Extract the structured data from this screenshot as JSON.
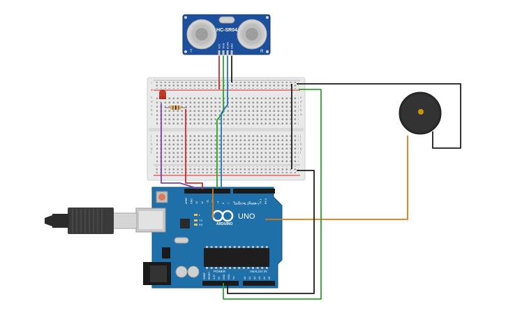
{
  "sensor": {
    "model": "HC-SR04",
    "pins": [
      "VCC",
      "TRIG",
      "ECHO",
      "GND"
    ],
    "left_mark": "T",
    "right_mark": "R"
  },
  "arduino": {
    "brand": "ARDUINO",
    "board": "UNO",
    "digital_header": "DIGITAL (PWM~)",
    "power_header": "POWER",
    "analog_header": "ANALOG IN",
    "top_pins": [
      "AREF",
      "GND",
      "13",
      "12",
      "~11",
      "~10",
      "~9",
      "8",
      "7",
      "~6",
      "~5",
      "4",
      "~3",
      "2",
      "TX 1",
      "RX 0"
    ],
    "power_pins": [
      "IOREF",
      "RESET",
      "3.3V",
      "5V",
      "GND",
      "GND",
      "Vin"
    ],
    "analog_pins": [
      "A0",
      "A1",
      "A2",
      "A3",
      "A4",
      "A5"
    ],
    "labels": {
      "l": "L",
      "tx": "TX",
      "rx": "RX"
    }
  },
  "breadboard": {
    "row_letters_top": [
      "a",
      "b",
      "c",
      "d",
      "e"
    ],
    "row_letters_bottom": [
      "f",
      "g",
      "h",
      "i",
      "j"
    ],
    "rail_plus": "+",
    "rail_minus": "-"
  },
  "wire_colors": {
    "red": "#d62728",
    "black": "#1a1a1a",
    "blue": "#1f77b4",
    "green": "#2ca02c",
    "teal": "#17a2a8",
    "purple": "#7b3fa0",
    "orange": "#e07b12",
    "yellow": "#c8b400"
  }
}
